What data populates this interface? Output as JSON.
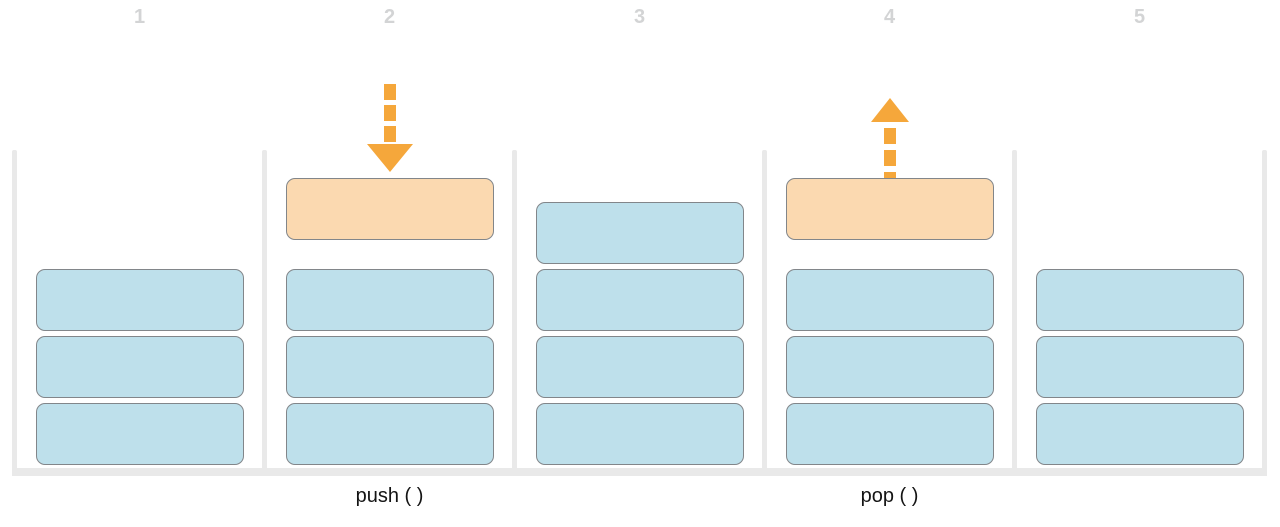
{
  "diagram": {
    "kind": "stack-push-pop-sequence",
    "panels": [
      {
        "number": "1",
        "stack_blocks": 3,
        "floating_block": false,
        "arrow": null,
        "label": null
      },
      {
        "number": "2",
        "stack_blocks": 3,
        "floating_block": true,
        "arrow": "down",
        "label": "push ( )"
      },
      {
        "number": "3",
        "stack_blocks": 4,
        "floating_block": false,
        "arrow": null,
        "label": null
      },
      {
        "number": "4",
        "stack_blocks": 3,
        "floating_block": true,
        "arrow": "up",
        "label": "pop ( )"
      },
      {
        "number": "5",
        "stack_blocks": 3,
        "floating_block": false,
        "arrow": null,
        "label": null
      }
    ]
  },
  "colors": {
    "stack_block": "#bee0eb",
    "floating_block": "#fbd9b0",
    "block_border": "#82868a",
    "container": "#e9e9e9",
    "arrow": "#f5a73b",
    "panel_number": "#d3d4d5",
    "label_text": "#141414"
  }
}
